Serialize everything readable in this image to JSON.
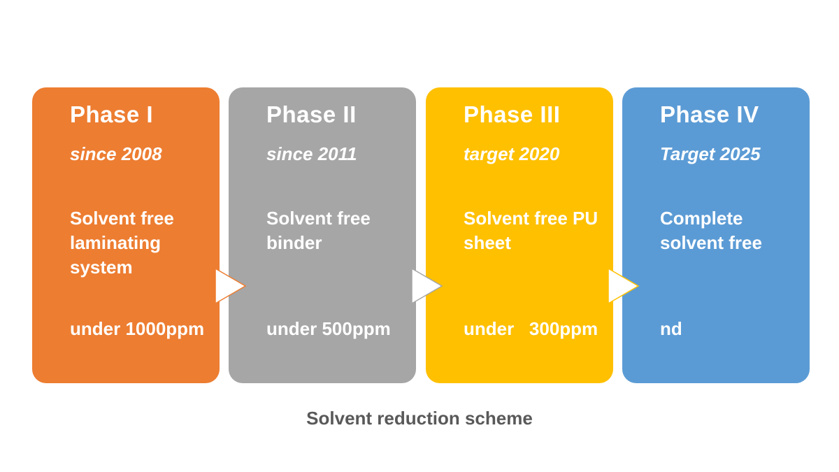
{
  "caption": "Solvent reduction scheme",
  "colors": {
    "phase1_orange": "#ED7D31",
    "phase2_gray": "#A6A6A6",
    "phase3_yellow": "#FFC000",
    "phase4_blue": "#5B9BD5",
    "card_text": "#FFFFFF",
    "caption_text": "#595959",
    "arrow_fill": "#FFFFFF"
  },
  "phases": [
    {
      "title": "Phase I",
      "period": "since 2008",
      "description": "Solvent free laminating system",
      "limit": "under 1000ppm",
      "color": "#ED7D31"
    },
    {
      "title": "Phase II",
      "period": "since 2011",
      "description": "Solvent free binder",
      "limit": "under 500ppm",
      "color": "#A6A6A6"
    },
    {
      "title": "Phase III",
      "period": "target 2020",
      "description": "Solvent free PU sheet",
      "limit": "under   300ppm",
      "color": "#FFC000"
    },
    {
      "title": "Phase IV",
      "period": "Target 2025",
      "description": "Complete solvent free",
      "limit": "nd",
      "color": "#5B9BD5"
    }
  ],
  "arrows": [
    {
      "direction": "right",
      "outline_color": "#ED7D31"
    },
    {
      "direction": "right",
      "outline_color": "#A6A6A6"
    },
    {
      "direction": "right",
      "outline_color": "#FFC000"
    }
  ]
}
